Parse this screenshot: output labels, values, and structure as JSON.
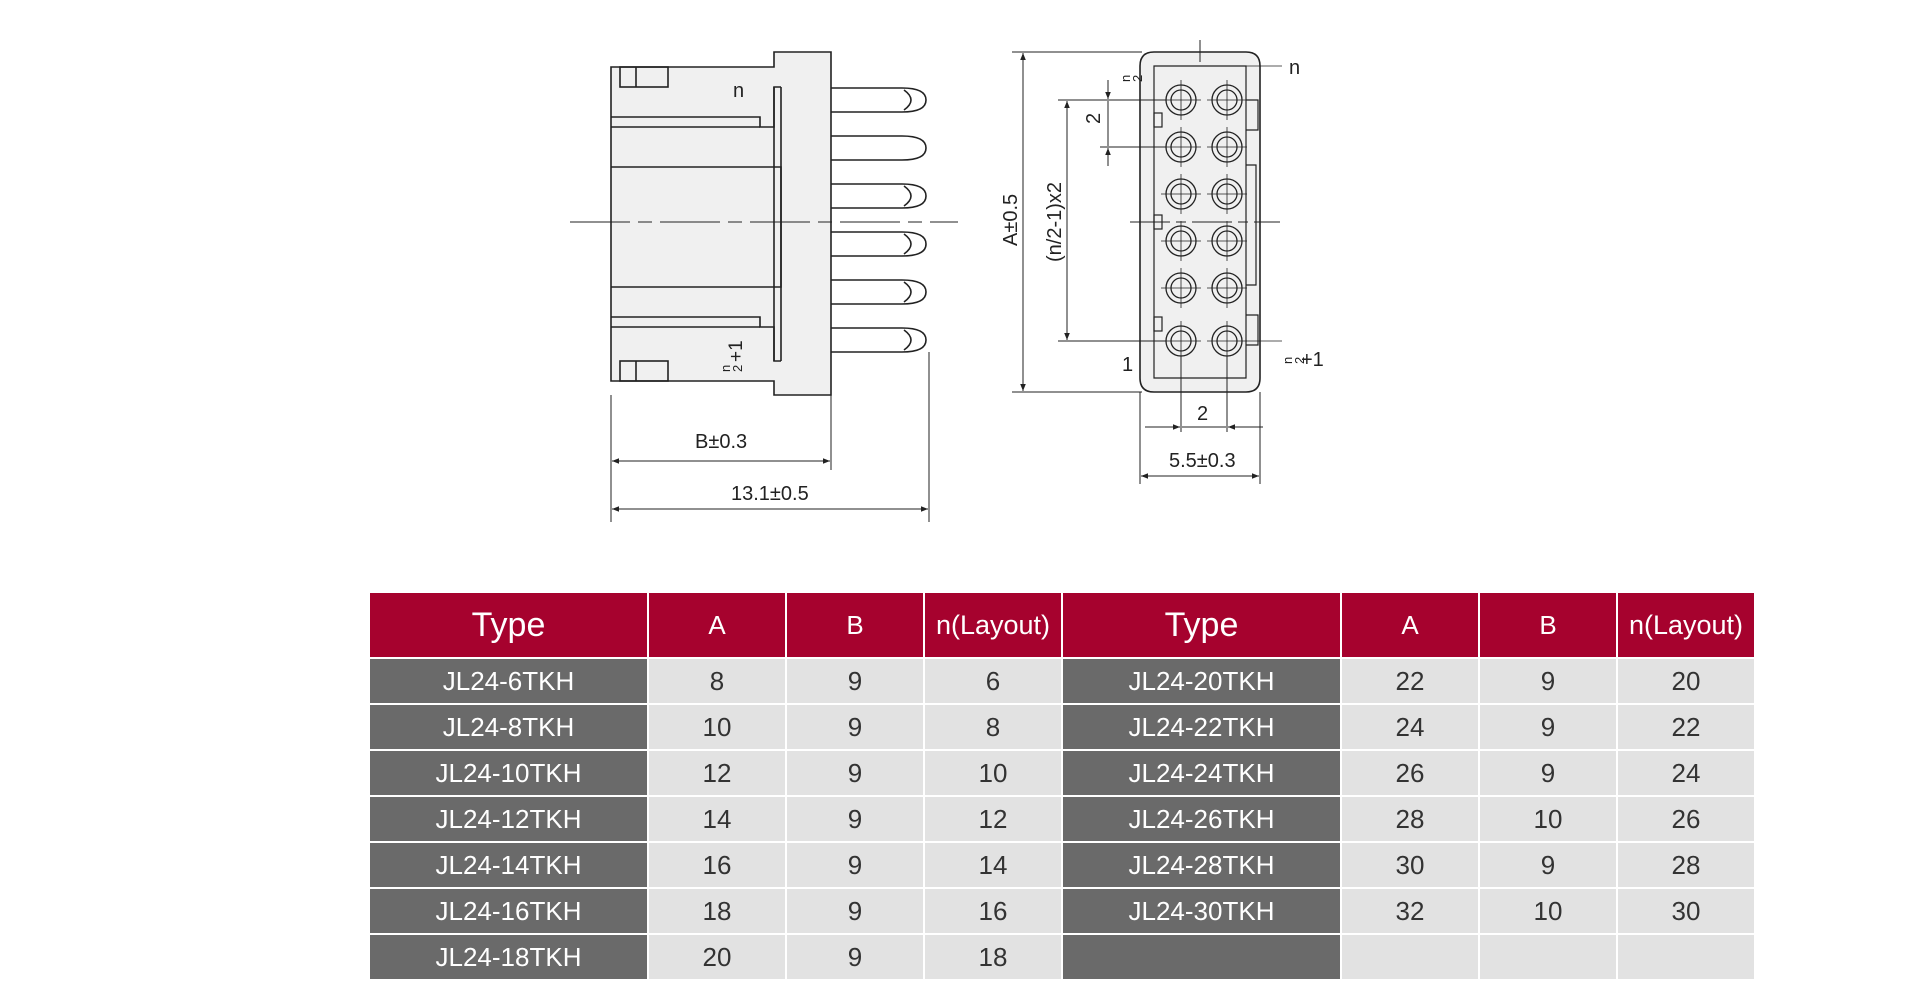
{
  "colors": {
    "header_bg": "#a6022e",
    "type_cell_bg": "#6a6a6a",
    "value_cell_bg": "#e2e2e2",
    "line": "#222222"
  },
  "drawing": {
    "side_view": {
      "label_top_pin": "n",
      "label_bottom_pin_num": "n",
      "label_bottom_pin_den": "2",
      "label_bottom_pin_suffix": "+1",
      "dim_b": "B±0.3",
      "dim_total": "13.1±0.5"
    },
    "front_view": {
      "label_n": "n",
      "label_n2_num": "n",
      "label_n2_den": "2",
      "label_n2p1_num": "n",
      "label_n2p1_den": "2",
      "label_n2p1_suffix": "+1",
      "label_1": "1",
      "dim_pitch_v": "2",
      "dim_span": "(n/2-1)x2",
      "dim_a": "A±0.5",
      "dim_pitch_h": "2",
      "dim_width": "5.5±0.3"
    }
  },
  "table": {
    "headers": [
      "Type",
      "A",
      "B",
      "n(Layout)",
      "Type",
      "A",
      "B",
      "n(Layout)"
    ],
    "rows": [
      [
        "JL24-6TKH",
        "8",
        "9",
        "6",
        "JL24-20TKH",
        "22",
        "9",
        "20"
      ],
      [
        "JL24-8TKH",
        "10",
        "9",
        "8",
        "JL24-22TKH",
        "24",
        "9",
        "22"
      ],
      [
        "JL24-10TKH",
        "12",
        "9",
        "10",
        "JL24-24TKH",
        "26",
        "9",
        "24"
      ],
      [
        "JL24-12TKH",
        "14",
        "9",
        "12",
        "JL24-26TKH",
        "28",
        "10",
        "26"
      ],
      [
        "JL24-14TKH",
        "16",
        "9",
        "14",
        "JL24-28TKH",
        "30",
        "9",
        "28"
      ],
      [
        "JL24-16TKH",
        "18",
        "9",
        "16",
        "JL24-30TKH",
        "32",
        "10",
        "30"
      ],
      [
        "JL24-18TKH",
        "20",
        "9",
        "18",
        "",
        "",
        "",
        ""
      ]
    ]
  }
}
